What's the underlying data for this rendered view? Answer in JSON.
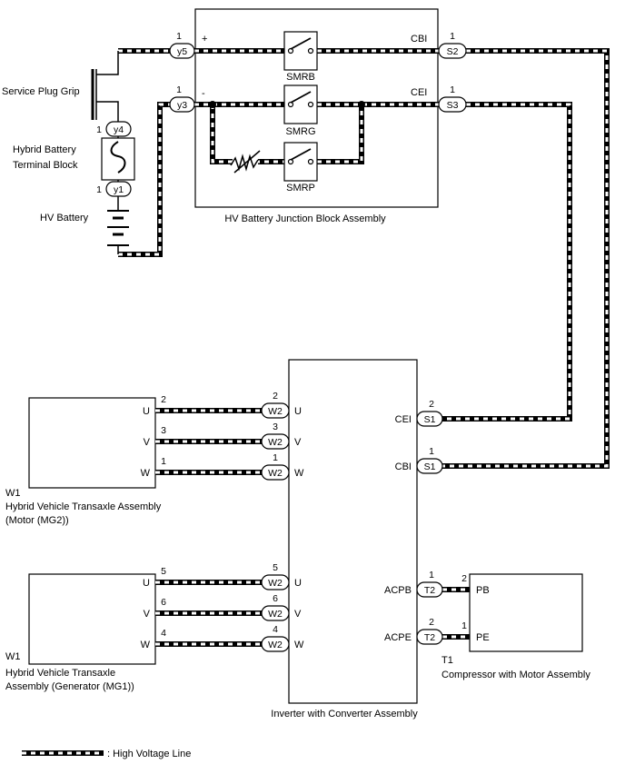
{
  "service_plug_grip": "Service Plug Grip",
  "hybrid_battery_terminal_block": [
    "Hybrid Battery",
    "Terminal Block"
  ],
  "hv_battery": "HV Battery",
  "junction_block": {
    "title": "HV Battery Junction Block Assembly",
    "plus_sign": "+",
    "minus_sign": "-",
    "relays": [
      "SMRB",
      "SMRG",
      "SMRP"
    ],
    "cbi_label": "CBI",
    "cei_label": "CEI"
  },
  "connectors": {
    "y5": {
      "name": "y5",
      "pin": "1"
    },
    "y3": {
      "name": "y3",
      "pin": "1"
    },
    "y4": {
      "name": "y4",
      "pin": "1"
    },
    "y1": {
      "name": "y1",
      "pin": "1"
    },
    "s2": {
      "name": "S2",
      "pin": "1"
    },
    "s3": {
      "name": "S3",
      "pin": "1"
    }
  },
  "inverter": {
    "title": "Inverter with Converter Assembly",
    "cei": {
      "label": "CEI",
      "connector": "S1",
      "pin": "2"
    },
    "cbi": {
      "label": "CBI",
      "connector": "S1",
      "pin": "1"
    },
    "acpb": {
      "label": "ACPB",
      "connector": "T2",
      "pin": "1"
    },
    "acpe": {
      "label": "ACPE",
      "connector": "T2",
      "pin": "2"
    },
    "mg2_lines": [
      {
        "phase": "U",
        "connector": "W2",
        "pin": "2"
      },
      {
        "phase": "V",
        "connector": "W2",
        "pin": "3"
      },
      {
        "phase": "W",
        "connector": "W2",
        "pin": "1"
      }
    ],
    "mg1_lines": [
      {
        "phase": "U",
        "connector": "W2",
        "pin": "5"
      },
      {
        "phase": "V",
        "connector": "W2",
        "pin": "6"
      },
      {
        "phase": "W",
        "connector": "W2",
        "pin": "4"
      }
    ]
  },
  "mg2": {
    "code": "W1",
    "name_lines": [
      "Hybrid Vehicle Transaxle Assembly",
      "(Motor (MG2))"
    ],
    "phases": [
      {
        "label": "U",
        "pin": "2"
      },
      {
        "label": "V",
        "pin": "3"
      },
      {
        "label": "W",
        "pin": "1"
      }
    ]
  },
  "mg1": {
    "code": "W1",
    "name_lines": [
      "Hybrid Vehicle Transaxle",
      "Assembly (Generator (MG1))"
    ],
    "phases": [
      {
        "label": "U",
        "pin": "5"
      },
      {
        "label": "V",
        "pin": "6"
      },
      {
        "label": "W",
        "pin": "4"
      }
    ]
  },
  "compressor": {
    "code": "T1",
    "name": "Compressor with Motor Assembly",
    "pb": {
      "label": "PB",
      "pin": "2"
    },
    "pe": {
      "label": "PE",
      "pin": "1"
    }
  },
  "legend": {
    "label": ": High Voltage Line"
  }
}
